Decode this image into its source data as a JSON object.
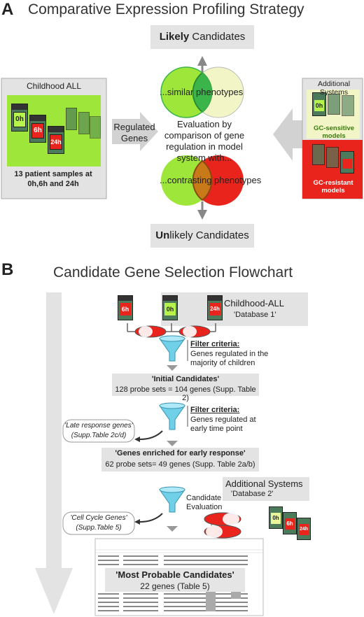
{
  "panelA": {
    "letter": "A",
    "title": "Comparative Expression Profiling Strategy",
    "likely_bold": "Likely",
    "likely_rest": " Candidates",
    "unlikely_bold": "Un",
    "unlikely_rest": "likely Candidates",
    "childhood_title": "Childhood ALL",
    "samples_text": "13 patient samples at 0h,6h and 24h",
    "regulated_genes": "Regulated Genes",
    "similar_text": "...similar  phenotypes",
    "evaluation_text": "Evaluation by comparison of gene regulation in model system with...",
    "contrasting_text": "...contrasting phenotypes",
    "additional_title": "Additional Systems",
    "gc_sensitive": "GC-sensitive models",
    "gc_resistant": "GC-resistant models",
    "tube_labels": [
      "0h",
      "6h",
      "24h"
    ],
    "colors": {
      "green": "#9ee63a",
      "red": "#e8241c",
      "pale_yellow": "#f2f5c6",
      "gray_arrow": "#d2d2d2"
    }
  },
  "panelB": {
    "letter": "B",
    "title": "Candidate Gene Selection Flowchart",
    "childhood_label": "Childhood-ALL",
    "database1": "'Database 1'",
    "filter1_title": "Filter criteria:",
    "filter1_text": "Genes regulated in the majority of children",
    "initial_title": "'Initial Candidates'",
    "initial_text": "128 probe sets = 104 genes (Supp. Table 2)",
    "filter2_title": "Filter criteria:",
    "filter2_text": "Genes regulated at early time point",
    "late_title": "'Late response genes'",
    "late_ref": "(Supp.Table 2c/d)",
    "enriched_title": "'Genes enriched for early response'",
    "enriched_text": "62 probe sets= 49 genes (Supp. Table 2a/b)",
    "additional_title": "Additional Systems",
    "database2": "'Database 2'",
    "candidate_eval": "Candidate Evaluation",
    "cellcycle_title": "'Cell Cycle Genes'",
    "cellcycle_ref": "(Supp.Table 5)",
    "most_probable_title": "'Most Probable Candidates'",
    "most_probable_text": "22 genes (Table 5)",
    "tube_labels": [
      "6h",
      "0h",
      "24h"
    ]
  }
}
